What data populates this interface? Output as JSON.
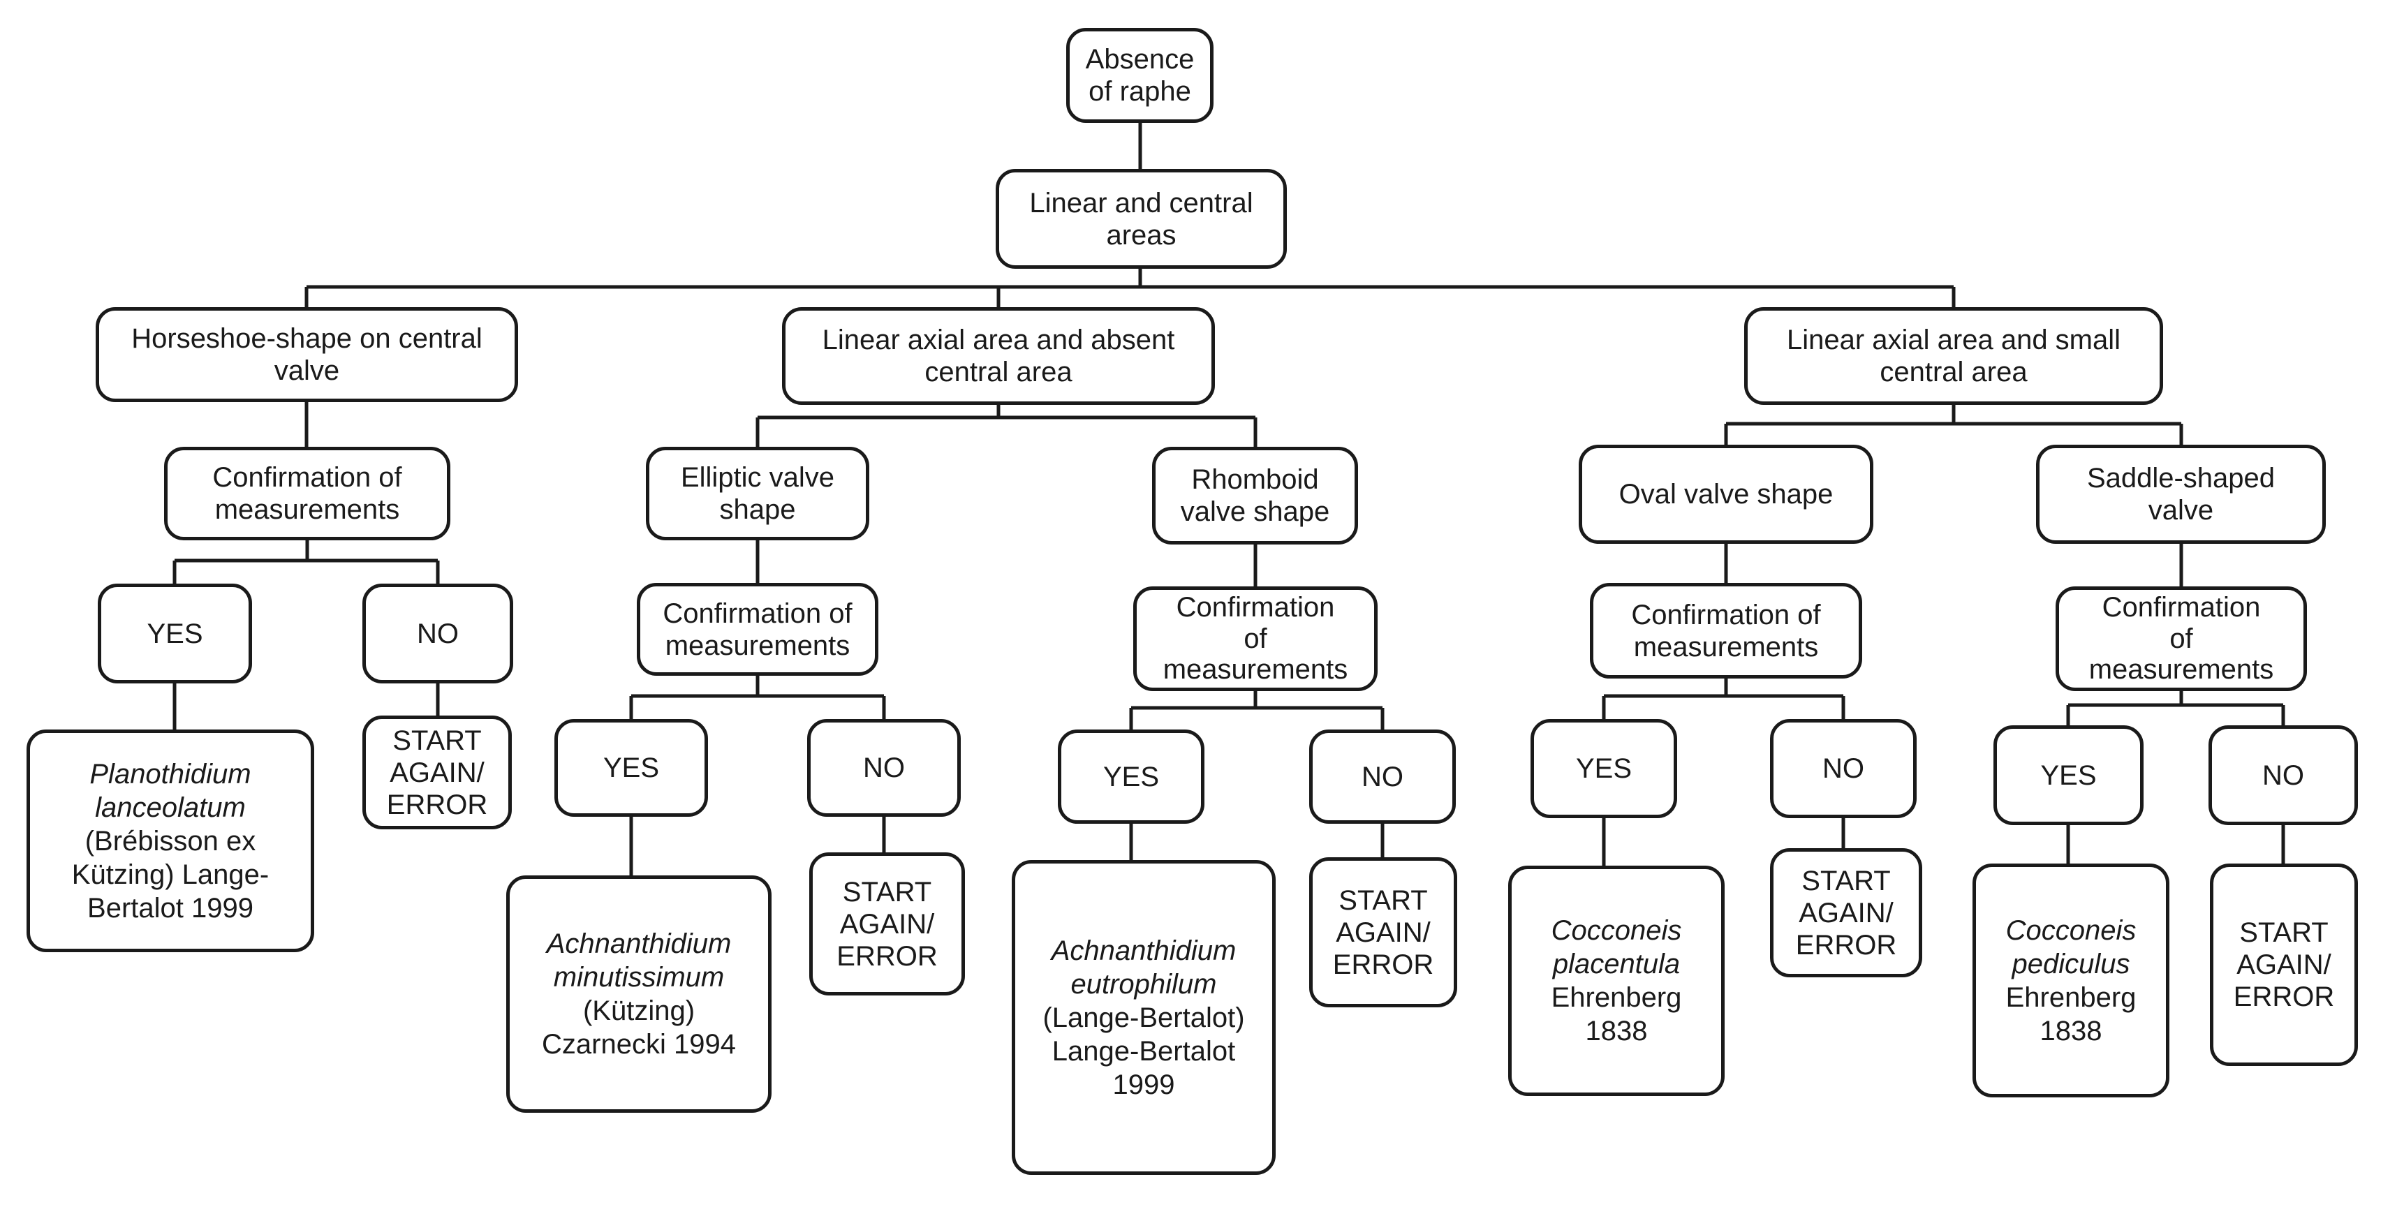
{
  "labels": {
    "yes": "YES",
    "no": "NO",
    "start_again": "START AGAIN/ ERROR",
    "confirmation": "Confirmation of measurements"
  },
  "nodes": {
    "absence": "Absence of raphe",
    "linear_central": "Linear and central areas",
    "horseshoe": "Horseshoe-shape on central valve",
    "linear_absent": "Linear axial area and absent central area",
    "linear_small": "Linear axial area and small central area",
    "elliptic": "Elliptic valve shape",
    "rhomboid": "Rhomboid valve shape",
    "oval": "Oval valve shape",
    "saddle": "Saddle-shaped valve"
  },
  "species": {
    "planothidium": {
      "name": "Planothidium lanceolatum",
      "authority": "(Brébisson ex Kützing) Lange-Bertalot 1999"
    },
    "minutissimum": {
      "name": "Achnanthidium minutissimum",
      "authority": "(Kützing) Czarnecki 1994"
    },
    "eutrophilum": {
      "name": "Achnanthidium eutrophilum",
      "authority": "(Lange-Bertalot) Lange-Bertalot 1999"
    },
    "placentula": {
      "name": "Cocconeis placentula",
      "authority": "Ehrenberg 1838"
    },
    "pediculus": {
      "name": "Cocconeis pediculus",
      "authority": "Ehrenberg 1838"
    }
  },
  "colors": {
    "stroke": "#1a1a1a",
    "background": "#ffffff",
    "text": "#1a1a1a"
  }
}
